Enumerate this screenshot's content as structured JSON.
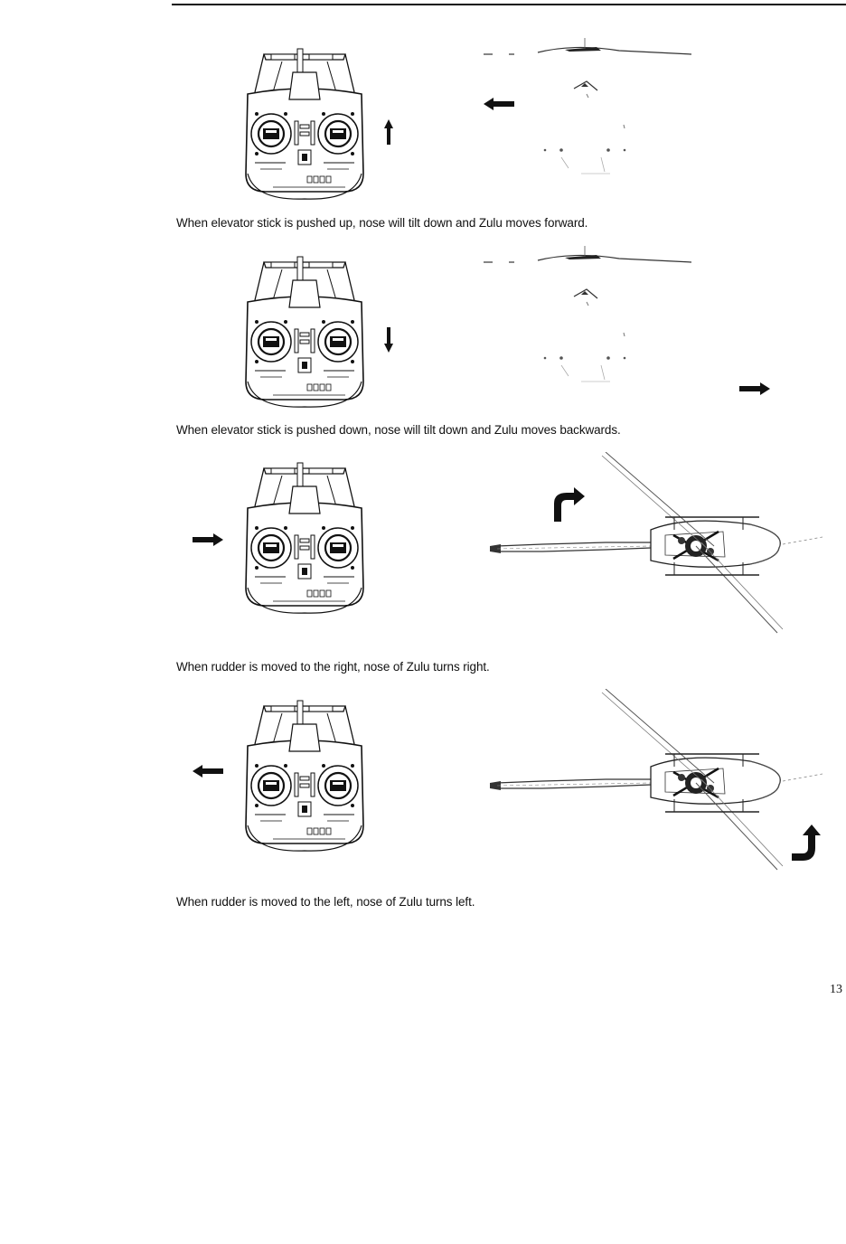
{
  "captions": {
    "forward": "When elevator stick is pushed up, nose will tilt down and Zulu moves forward.",
    "backward": "When elevator stick is pushed down, nose will tilt down and Zulu moves backwards.",
    "rudder_right": "When rudder is moved to the right, nose of Zulu turns right.",
    "rudder_left": "When rudder is moved to the left, nose of Zulu turns left."
  },
  "page_number": "13"
}
